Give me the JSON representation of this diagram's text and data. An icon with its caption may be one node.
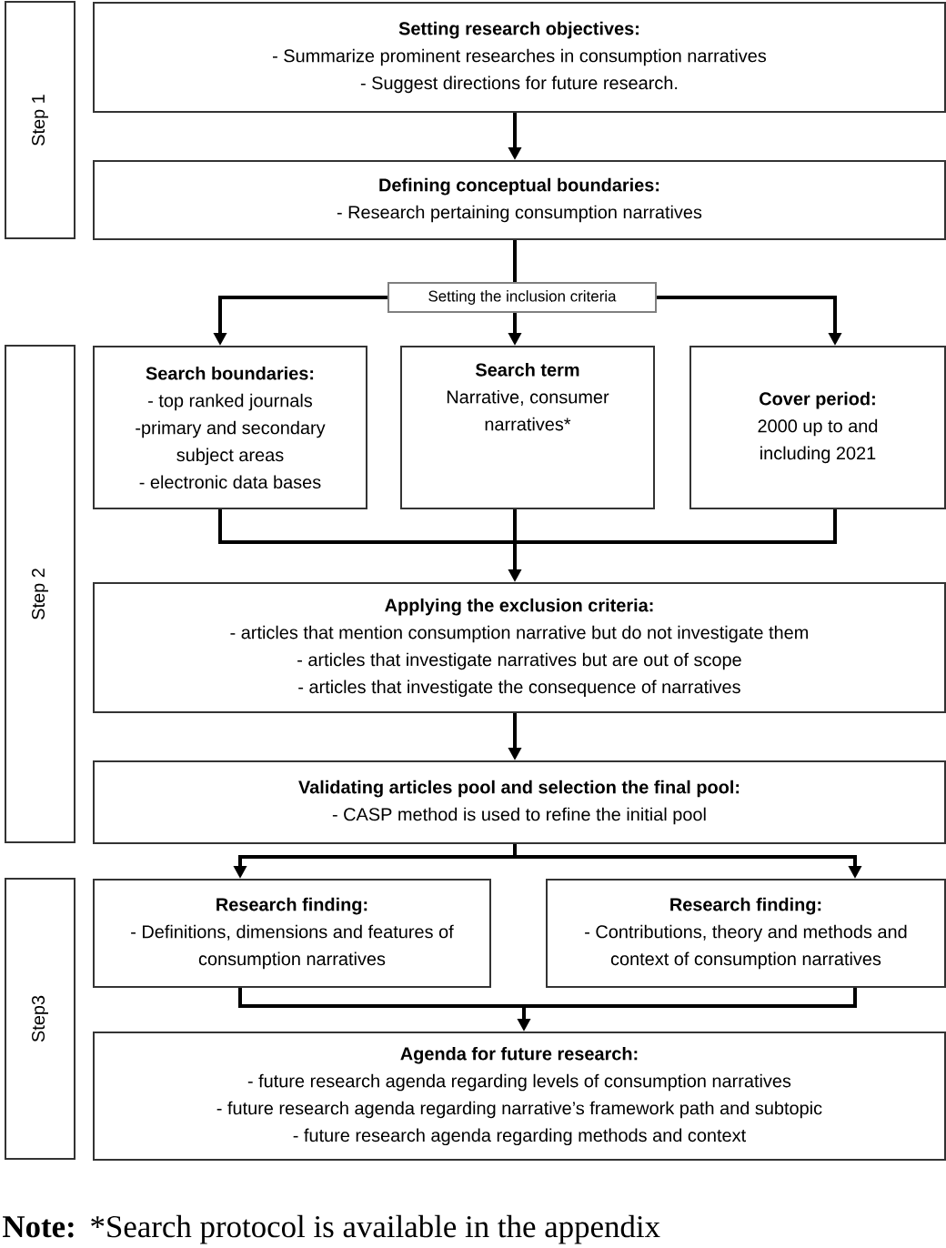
{
  "diagram": {
    "nodes": [
      {
        "text": [
          "Step 1"
        ]
      },
      {
        "text": [
          "Setting research objectives:",
          "- Summarize prominent researches in consumption narratives",
          "- Suggest directions for future research."
        ]
      },
      {
        "text": [
          "Defining conceptual boundaries:",
          "- Research pertaining consumption narratives"
        ]
      },
      {
        "text": [
          "Setting the inclusion criteria"
        ]
      },
      {
        "text": [
          "Step 2"
        ]
      },
      {
        "text": [
          "Search boundaries:",
          "- top ranked journals",
          "-primary and secondary subject areas",
          "- electronic data bases"
        ]
      },
      {
        "text": [
          "Search term",
          "Narrative, consumer narratives*"
        ]
      },
      {
        "text": [
          "Cover period:",
          "2000 up to and including 2021"
        ]
      },
      {
        "text": [
          "Applying the exclusion criteria:",
          "- articles that mention consumption narrative but do not investigate them",
          "- articles that investigate narratives but are out of scope",
          "- articles that investigate the consequence of narratives"
        ]
      },
      {
        "text": [
          "Validating articles pool and selection the final pool:",
          "- CASP method is used to refine the initial pool"
        ]
      },
      {
        "text": [
          "Step3"
        ]
      },
      {
        "text": [
          "Research finding:",
          "- Definitions, dimensions and features of consumption narratives"
        ]
      },
      {
        "text": [
          "Research finding:",
          "- Contributions, theory and methods and context of consumption narratives"
        ]
      },
      {
        "text": [
          "Agenda for future research:",
          "- future research agenda regarding levels of consumption narratives",
          "- future research agenda regarding narrative’s framework path and subtopic",
          "- future research agenda regarding methods and context"
        ]
      }
    ],
    "edges": [
      {
        "from": 1,
        "to": 2,
        "arrow": "to"
      },
      {
        "from": 2,
        "to": 3,
        "arrow": "none"
      },
      {
        "from": 3,
        "to": 5,
        "arrow": "to"
      },
      {
        "from": 3,
        "to": 6,
        "arrow": "to"
      },
      {
        "from": 3,
        "to": 7,
        "arrow": "to"
      },
      {
        "from": 5,
        "to": 8,
        "arrow": "to"
      },
      {
        "from": 6,
        "to": 8,
        "arrow": "to"
      },
      {
        "from": 7,
        "to": 8,
        "arrow": "to"
      },
      {
        "from": 8,
        "to": 9,
        "arrow": "to"
      },
      {
        "from": 9,
        "to": 11,
        "arrow": "to"
      },
      {
        "from": 9,
        "to": 12,
        "arrow": "to"
      },
      {
        "from": 11,
        "to": 13,
        "arrow": "to"
      },
      {
        "from": 12,
        "to": 13,
        "arrow": "to"
      }
    ],
    "labels": [
      "Note:",
      "*Search protocol is available in the appendix"
    ]
  }
}
